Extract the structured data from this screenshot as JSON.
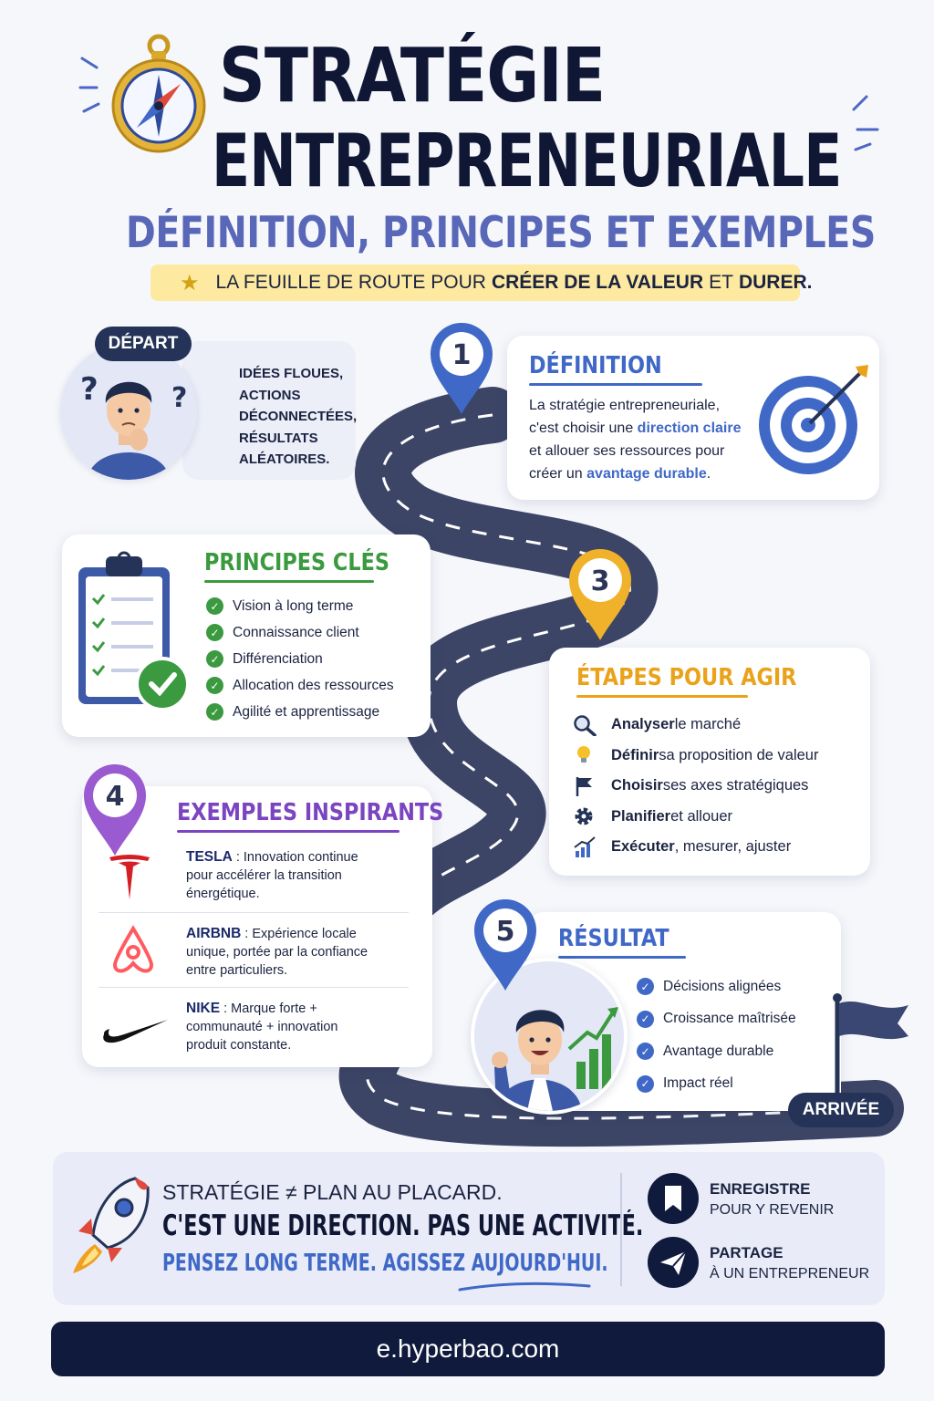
{
  "header": {
    "title_line1": "STRATÉGIE",
    "title_line2": "ENTREPRENEURIALE",
    "subtitle": "DÉFINITION, PRINCIPES ET EXEMPLES",
    "tagline_part1": "LA FEUILLE DE ROUTE POUR",
    "tagline_bold1": "CRÉER DE LA VALEUR",
    "tagline_part2": "ET",
    "tagline_bold2": "DURER."
  },
  "depart": {
    "badge": "DÉPART",
    "lines": [
      "IDÉES FLOUES,",
      "ACTIONS",
      "DÉCONNECTÉES,",
      "RÉSULTATS",
      "ALÉATOIRES."
    ]
  },
  "pins": {
    "p1": "1",
    "p3": "3",
    "p4": "4",
    "p5": "5"
  },
  "definition": {
    "title": "DÉFINITION",
    "line1": "La stratégie entrepreneuriale,",
    "line2_a": "c'est choisir une ",
    "line2_b": "direction claire",
    "line3": "et allouer ses ressources pour",
    "line4_a": "créer un ",
    "line4_b": "avantage durable",
    "line4_c": "."
  },
  "principes": {
    "title": "PRINCIPES CLÉS",
    "items": [
      "Vision à long terme",
      "Connaissance client",
      "Différenciation",
      "Allocation des ressources",
      "Agilité et apprentissage"
    ]
  },
  "etapes": {
    "title": "ÉTAPES POUR AGIR",
    "items": [
      {
        "bold": "Analyser",
        "rest": " le marché",
        "icon": "magnifier-icon"
      },
      {
        "bold": "Définir",
        "rest": " sa proposition de valeur",
        "icon": "lightbulb-icon"
      },
      {
        "bold": "Choisir",
        "rest": " ses axes stratégiques",
        "icon": "flag-icon"
      },
      {
        "bold": "Planifier",
        "rest": " et allouer",
        "icon": "gear-icon"
      },
      {
        "bold": "Exécuter",
        "rest": ", mesurer, ajuster",
        "icon": "growth-chart-icon"
      }
    ]
  },
  "exemples": {
    "title": "EXEMPLES INSPIRANTS",
    "items": [
      {
        "brand": "TESLA",
        "text1": " : Innovation continue",
        "text2": "pour accélérer la transition",
        "text3": "énergétique."
      },
      {
        "brand": "AIRBNB",
        "text1": " : Expérience locale",
        "text2": "unique, portée par la confiance",
        "text3": "entre particuliers."
      },
      {
        "brand": "NIKE",
        "text1": " : Marque forte +",
        "text2": "communauté + innovation",
        "text3": "produit constante."
      }
    ]
  },
  "resultat": {
    "title": "RÉSULTAT",
    "items": [
      "Décisions alignées",
      "Croissance maîtrisée",
      "Avantage durable",
      "Impact réel"
    ],
    "arrivee": "ARRIVÉE"
  },
  "bottom": {
    "line1": "STRATÉGIE ≠ PLAN AU PLACARD.",
    "line2": "C'EST UNE DIRECTION. PAS UNE ACTIVITÉ.",
    "line3": "PENSEZ LONG TERME. AGISSEZ AUJOURD'HUI.",
    "save_title": "ENREGISTRE",
    "save_sub": "POUR Y REVENIR",
    "share_title": "PARTAGE",
    "share_sub": "À UN ENTREPRENEUR"
  },
  "footer": {
    "url": "e.hyperbao.com"
  },
  "colors": {
    "navy": "#0f1734",
    "blue": "#3f68c7",
    "green": "#3b9a3f",
    "orange": "#eaa21a",
    "purple": "#7c45c0",
    "road": "#3c4566"
  }
}
